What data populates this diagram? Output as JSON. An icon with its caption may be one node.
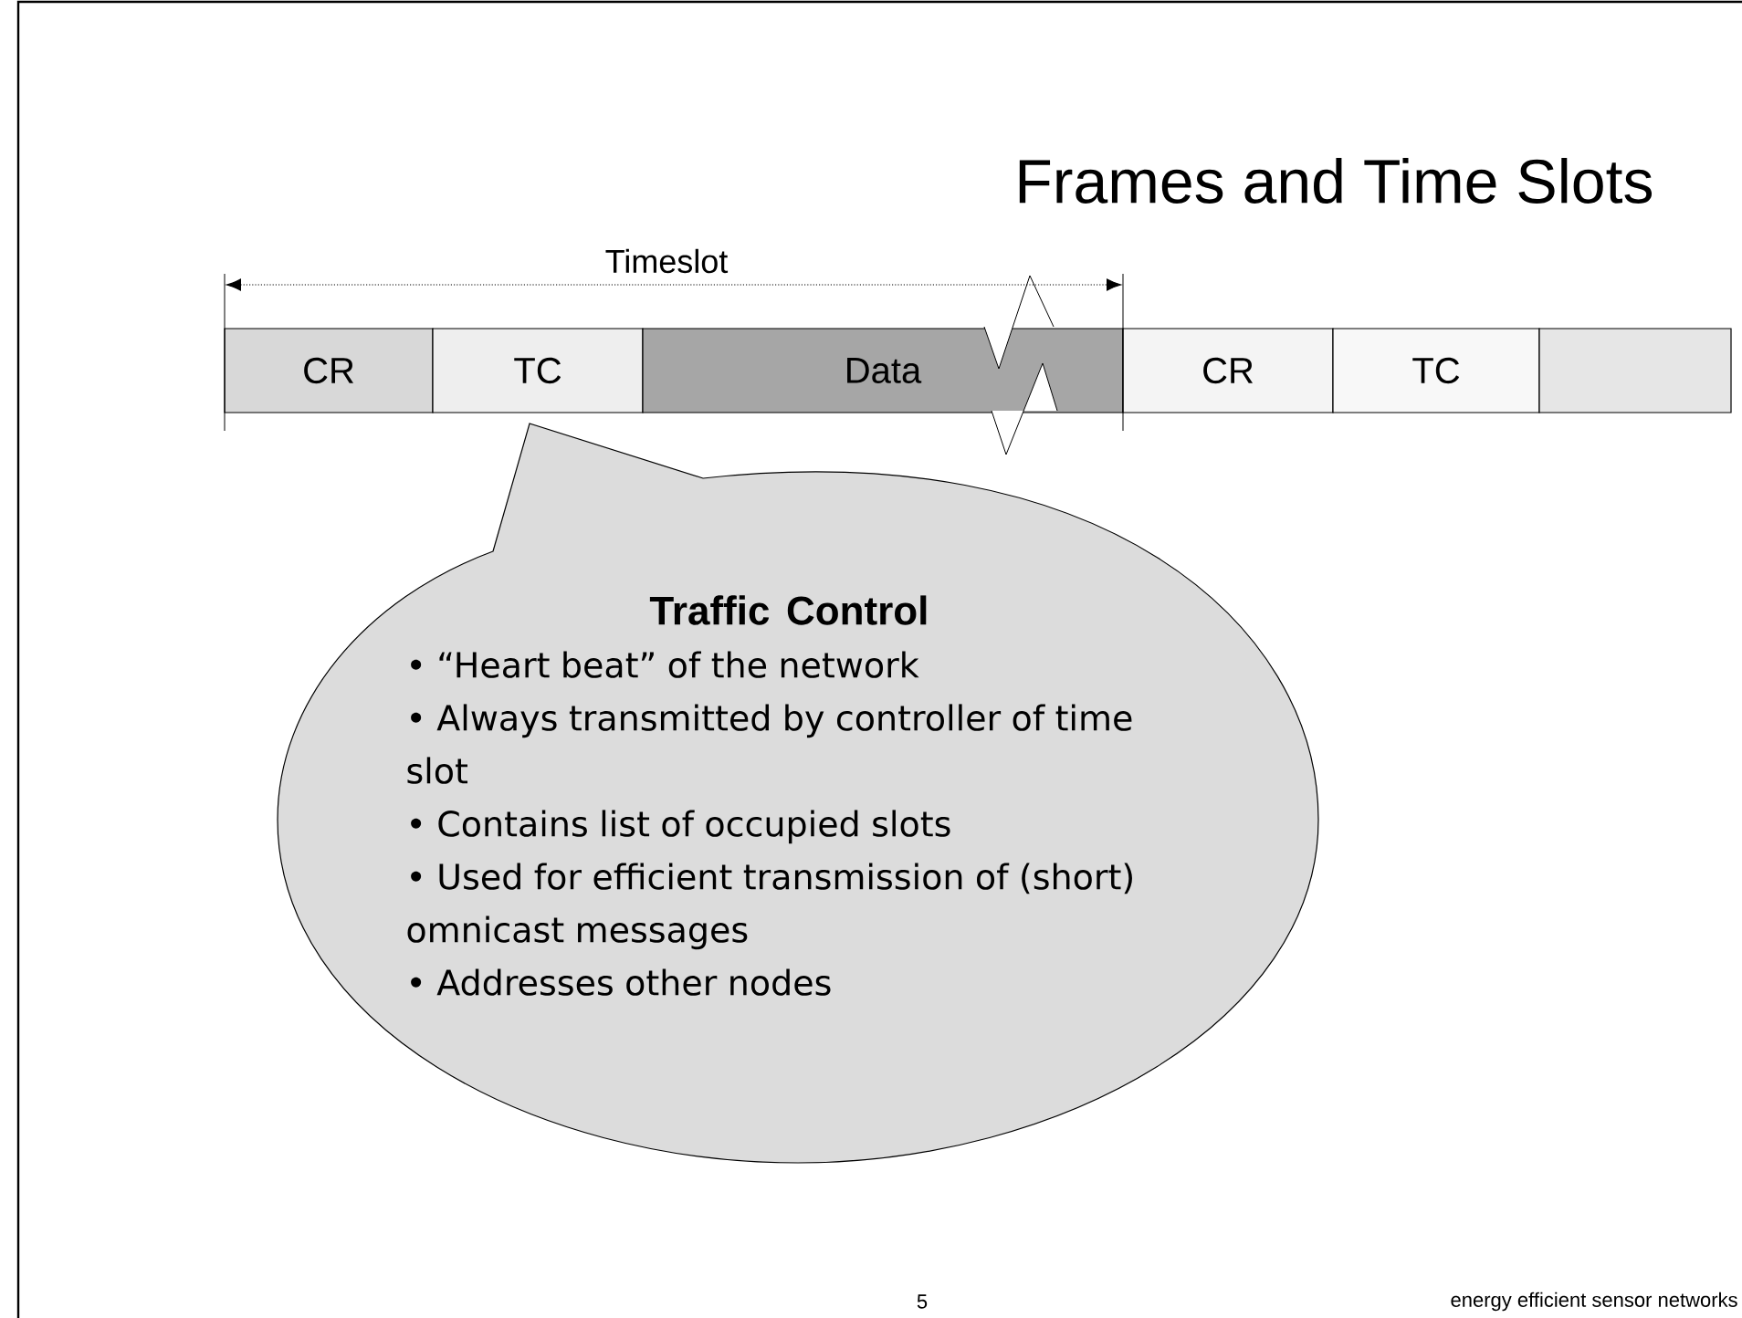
{
  "diagram": {
    "title": "Frames and Time Slots",
    "nodes": [
      {
        "text": [
          "CR"
        ]
      },
      {
        "text": [
          "TC"
        ]
      },
      {
        "text": [
          "Data"
        ]
      },
      {
        "text": [
          "CR"
        ]
      },
      {
        "text": [
          "TC"
        ]
      },
      {
        "text": [],
        "shape": "box"
      },
      {
        "text": [
          "Traffic Control",
          "• “Heart beat” of the network",
          "• Always transmitted by controller of time slot",
          "• Contains list of occupied slots",
          "• Used for efficient transmission of (short) omnicast messages",
          "• Addresses other nodes"
        ]
      }
    ],
    "labels": [
      "Timeslot",
      "5",
      "energy efficient sensor networks"
    ]
  }
}
